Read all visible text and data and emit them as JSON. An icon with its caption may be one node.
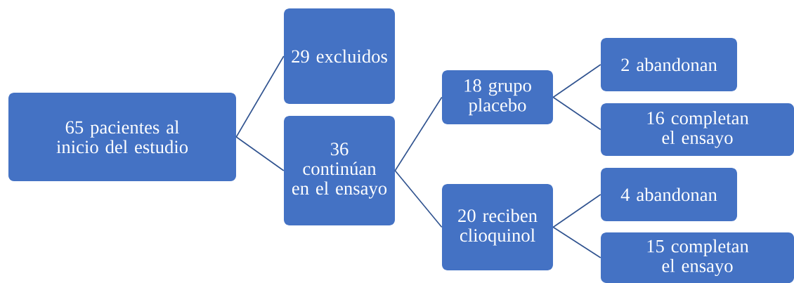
{
  "diagram": {
    "nodes": [
      {
        "text": [
          "65 pacientes al inicio del estudio"
        ]
      },
      {
        "text": [
          "29 excluidos"
        ]
      },
      {
        "text": [
          "36 continúan en el ensayo"
        ]
      },
      {
        "text": [
          "18 grupo placebo"
        ]
      },
      {
        "text": [
          "20 reciben clioquinol"
        ]
      },
      {
        "text": [
          "2 abandonan"
        ]
      },
      {
        "text": [
          "16 completan el ensayo"
        ]
      },
      {
        "text": [
          "4 abandonan"
        ]
      },
      {
        "text": [
          "15 completan el ensayo"
        ]
      }
    ],
    "edges": [
      {
        "from": 0,
        "to": 1,
        "arrow": "none"
      },
      {
        "from": 0,
        "to": 2,
        "arrow": "none"
      },
      {
        "from": 2,
        "to": 3,
        "arrow": "none"
      },
      {
        "from": 2,
        "to": 4,
        "arrow": "none"
      },
      {
        "from": 3,
        "to": 5,
        "arrow": "none"
      },
      {
        "from": 3,
        "to": 6,
        "arrow": "none"
      },
      {
        "from": 4,
        "to": 7,
        "arrow": "none"
      },
      {
        "from": 4,
        "to": 8,
        "arrow": "none"
      }
    ]
  }
}
